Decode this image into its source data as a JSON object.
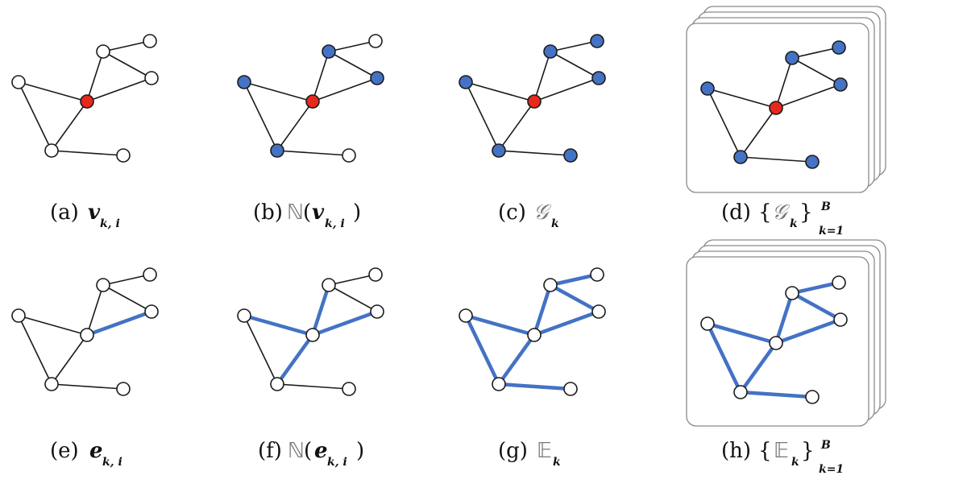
{
  "colors": {
    "blue": "#4472c4",
    "red": "#e8281c",
    "node_stroke": "#1a1a1a",
    "edge": "#1a1a1a",
    "white": "#ffffff",
    "card_stroke": "#8a8a8a"
  },
  "graph": {
    "nodes": [
      "n1",
      "n2",
      "n3",
      "center",
      "n4",
      "n5",
      "n6"
    ],
    "edges": [
      [
        "n1",
        "center"
      ],
      [
        "n1",
        "n4"
      ],
      [
        "n4",
        "center"
      ],
      [
        "n4",
        "n5"
      ],
      [
        "center",
        "n2"
      ],
      [
        "n2",
        "n3"
      ],
      [
        "center",
        "n3"
      ],
      [
        "n2",
        "n6"
      ]
    ]
  },
  "panels": [
    {
      "id": "a",
      "label": "(a)",
      "symbol": "v",
      "sub": "k, i",
      "kind": "node",
      "prefix": ""
    },
    {
      "id": "b",
      "label": "(b)",
      "symbol": "v",
      "sub": "k, i",
      "kind": "node",
      "prefix": "N",
      "wrap": true
    },
    {
      "id": "c",
      "label": "(c)",
      "symbol": "G",
      "sub": "k",
      "kind": "script",
      "prefix": ""
    },
    {
      "id": "d",
      "label": "(d)",
      "symbol": "G",
      "sub": "k",
      "kind": "script",
      "set": true,
      "sup": "B",
      "lower": "k=1"
    },
    {
      "id": "e",
      "label": "(e)",
      "symbol": "e",
      "sub": "k, i",
      "kind": "node",
      "prefix": ""
    },
    {
      "id": "f",
      "label": "(f)",
      "symbol": "e",
      "sub": "k, i",
      "kind": "node",
      "prefix": "N",
      "wrap": true
    },
    {
      "id": "g",
      "label": "(g)",
      "symbol": "E",
      "sub": "k",
      "kind": "bb",
      "prefix": ""
    },
    {
      "id": "h",
      "label": "(h)",
      "symbol": "E",
      "sub": "k",
      "kind": "bb",
      "set": true,
      "sup": "B",
      "lower": "k=1"
    }
  ]
}
